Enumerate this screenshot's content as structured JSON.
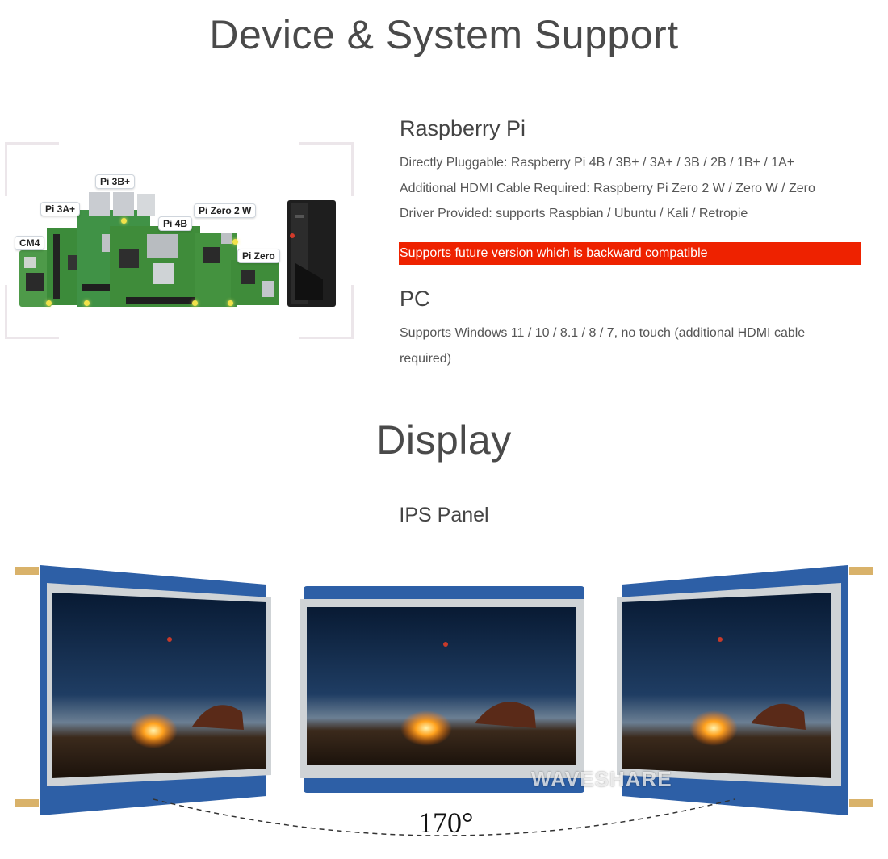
{
  "section_device": {
    "title": "Device & System Support",
    "raspberry": {
      "heading": "Raspberry Pi",
      "line1": "Directly Pluggable: Raspberry Pi 4B / 3B+ / 3A+ / 3B / 2B / 1B+ / 1A+",
      "line2": "Additional HDMI Cable Required: Raspberry Pi Zero 2 W / Zero W / Zero",
      "line3": "Driver Provided: supports Raspbian / Ubuntu / Kali / Retropie",
      "highlight": "Supports future version which is backward compatible"
    },
    "pc": {
      "heading": "PC",
      "line1": "Supports Windows 11 / 10 / 8.1 / 8 / 7, no touch (additional HDMI cable",
      "line2": "required)"
    },
    "board_labels": {
      "pi3bplus": "Pi 3B+",
      "pi3aplus": "Pi 3A+",
      "pi4b": "Pi 4B",
      "pizero2w": "Pi Zero 2 W",
      "cm4": "CM4",
      "pizero": "Pi Zero"
    }
  },
  "section_display": {
    "title": "Display",
    "subtitle": "IPS Panel",
    "angle": "170°",
    "watermark": "WAVESHARE"
  },
  "colors": {
    "highlight_bg": "#ee2200",
    "pcb_green": "#3f8a3c",
    "board_blue": "#2d5fa6"
  }
}
